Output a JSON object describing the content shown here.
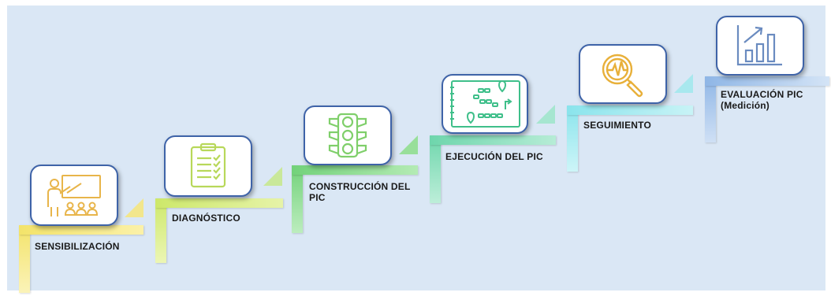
{
  "diagram": {
    "title": "",
    "steps": [
      {
        "label": "SENSIBILIZACIÓN",
        "icon": "presentation-icon",
        "color": "#f5e97a"
      },
      {
        "label": "DIAGNÓSTICO",
        "icon": "clipboard-checklist-icon",
        "color": "#d6ec7c"
      },
      {
        "label": "CONSTRUCCIÓN DEL PIC",
        "icon": "traffic-light-icon",
        "color": "#8fdc8c"
      },
      {
        "label": "EJECUCIÓN DEL PIC",
        "icon": "route-map-icon",
        "color": "#7fd9b4"
      },
      {
        "label": "SEGUIMIENTO",
        "icon": "magnifier-pulse-icon",
        "color": "#9fe8ee"
      },
      {
        "label": "EVALUACIÓN PIC (Medición)",
        "icon": "bar-chart-growth-icon",
        "color": "#9ec3ea"
      }
    ]
  }
}
